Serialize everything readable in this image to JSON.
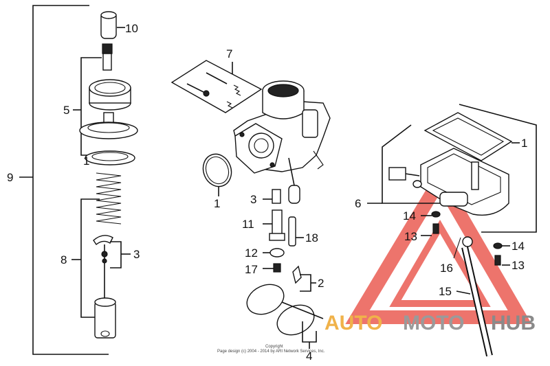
{
  "callouts": [
    {
      "id": "c10",
      "text": "10"
    },
    {
      "id": "c5",
      "text": "5"
    },
    {
      "id": "c1a",
      "text": "1"
    },
    {
      "id": "c9",
      "text": "9"
    },
    {
      "id": "c8",
      "text": "8"
    },
    {
      "id": "c3a",
      "text": "3"
    },
    {
      "id": "c7",
      "text": "7"
    },
    {
      "id": "c1b",
      "text": "1"
    },
    {
      "id": "c3b",
      "text": "3"
    },
    {
      "id": "c11",
      "text": "11"
    },
    {
      "id": "c18",
      "text": "18"
    },
    {
      "id": "c12",
      "text": "12"
    },
    {
      "id": "c17",
      "text": "17"
    },
    {
      "id": "c2",
      "text": "2"
    },
    {
      "id": "c4",
      "text": "4"
    },
    {
      "id": "c1c",
      "text": "1"
    },
    {
      "id": "c6",
      "text": "6"
    },
    {
      "id": "c14a",
      "text": "14"
    },
    {
      "id": "c13a",
      "text": "13"
    },
    {
      "id": "c16",
      "text": "16"
    },
    {
      "id": "c14b",
      "text": "14"
    },
    {
      "id": "c13b",
      "text": "13"
    },
    {
      "id": "c15",
      "text": "15"
    }
  ],
  "copyright": {
    "line1": "Copyright",
    "line2": "Page design (c) 2004 - 2014 by ARI Network Services, Inc."
  },
  "watermark": {
    "part1": "AUTO",
    "part2": "MOTO",
    "part3": "HUB",
    "colors": {
      "triangle": "#e8463c",
      "auto": "#f0b24a",
      "moto": "#9a9a9a",
      "hub": "#8a8a8a"
    }
  }
}
